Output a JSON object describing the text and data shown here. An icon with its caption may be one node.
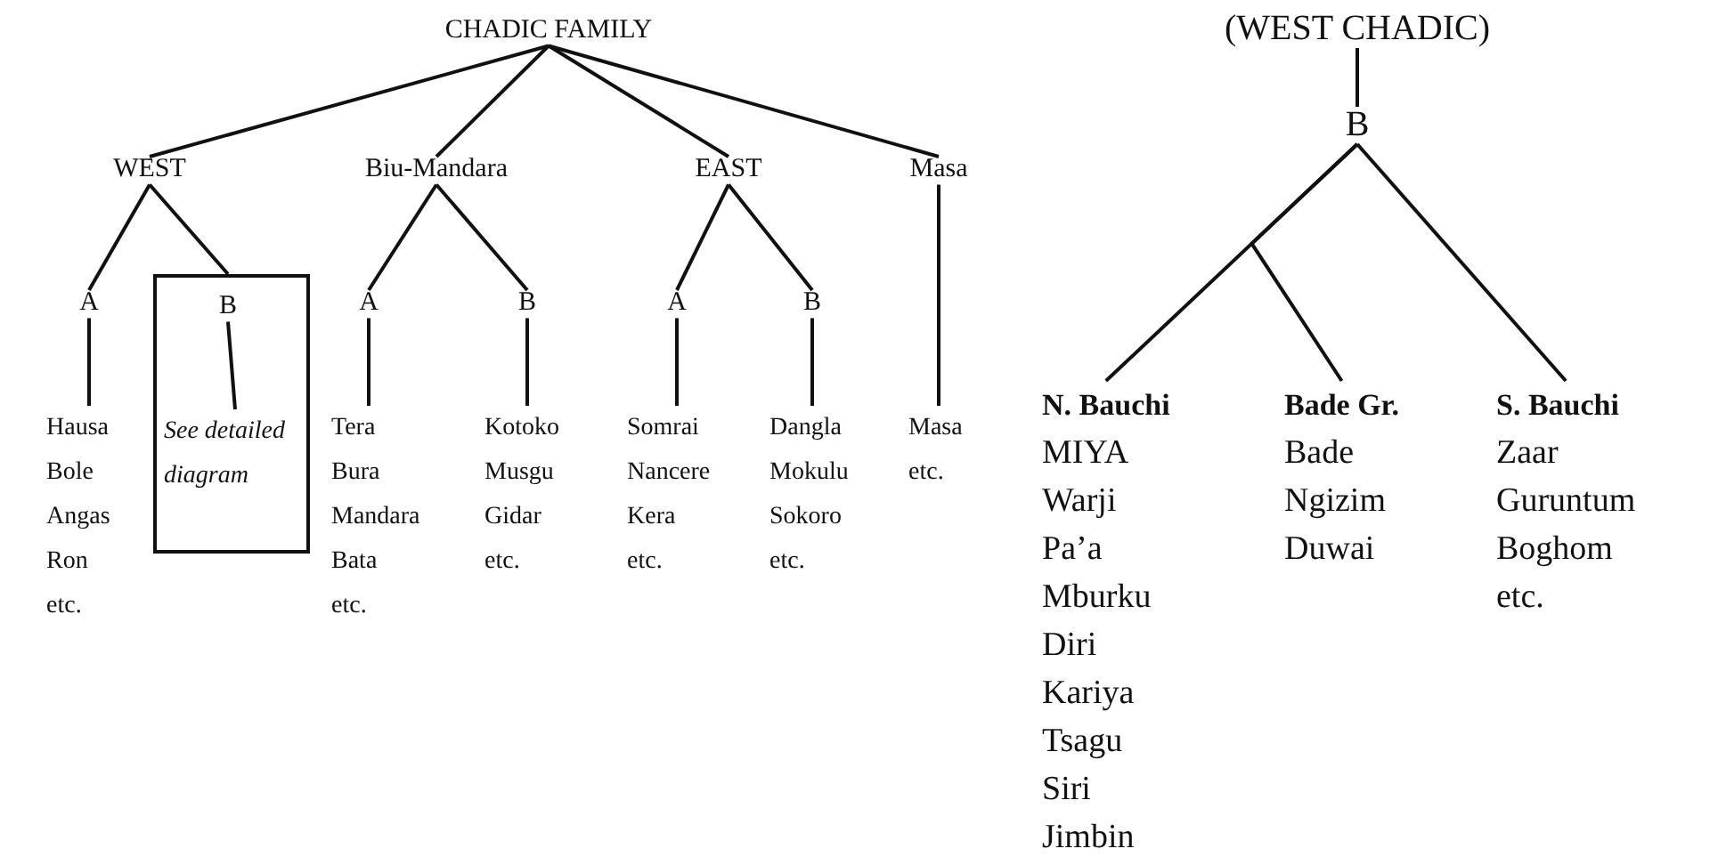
{
  "diagram": {
    "nodes": [
      {
        "text": [
          "CHADIC FAMILY"
        ]
      },
      {
        "text": [
          "WEST"
        ]
      },
      {
        "text": [
          "Biu-Mandara"
        ]
      },
      {
        "text": [
          "EAST"
        ]
      },
      {
        "text": [
          "Masa"
        ]
      },
      {
        "text": [
          "A"
        ]
      },
      {
        "text": [],
        "shape": "box"
      },
      {
        "text": [
          "B"
        ],
        "in": 6
      },
      {
        "text": [
          "See detailed diagram"
        ],
        "in": 6
      },
      {
        "text": [
          "A"
        ]
      },
      {
        "text": [
          "B"
        ]
      },
      {
        "text": [
          "A"
        ]
      },
      {
        "text": [
          "B"
        ]
      },
      {
        "text": [
          "Hausa",
          "Bole",
          "Angas",
          "Ron",
          "etc."
        ]
      },
      {
        "text": [
          "Tera",
          "Bura",
          "Mandara",
          "Bata",
          "etc."
        ]
      },
      {
        "text": [
          "Kotoko",
          "Musgu",
          "Gidar",
          "etc."
        ]
      },
      {
        "text": [
          "Somrai",
          "Nancere",
          "Kera",
          "etc."
        ]
      },
      {
        "text": [
          "Dangla",
          "Mokulu",
          "Sokoro",
          "etc."
        ]
      },
      {
        "text": [
          "Masa",
          "etc."
        ]
      },
      {
        "text": [
          "(WEST CHADIC)"
        ]
      },
      {
        "text": [
          "B"
        ]
      },
      {
        "text": [
          "N. Bauchi",
          "MIYA",
          "Warji",
          "Pa’a",
          "Mburku",
          "Diri",
          "Kariya",
          "Tsagu",
          "Siri",
          "Jimbin"
        ]
      },
      {
        "text": [
          "Bade Gr.",
          "Bade",
          "Ngizim",
          "Duwai"
        ]
      },
      {
        "text": [
          "S. Bauchi",
          "Zaar",
          "Guruntum",
          "Boghom",
          "etc."
        ]
      }
    ],
    "edges": [
      {
        "from": 0,
        "to": 1,
        "arrow": "none"
      },
      {
        "from": 0,
        "to": 2,
        "arrow": "none"
      },
      {
        "from": 0,
        "to": 3,
        "arrow": "none"
      },
      {
        "from": 0,
        "to": 4,
        "arrow": "none"
      },
      {
        "from": 1,
        "to": 5,
        "arrow": "none"
      },
      {
        "from": 1,
        "to": 7,
        "arrow": "none"
      },
      {
        "from": 2,
        "to": 9,
        "arrow": "none"
      },
      {
        "from": 2,
        "to": 10,
        "arrow": "none"
      },
      {
        "from": 3,
        "to": 11,
        "arrow": "none"
      },
      {
        "from": 3,
        "to": 12,
        "arrow": "none"
      },
      {
        "from": 4,
        "to": 18,
        "arrow": "none"
      },
      {
        "from": 5,
        "to": 13,
        "arrow": "none"
      },
      {
        "from": 7,
        "to": 8,
        "arrow": "none"
      },
      {
        "from": 9,
        "to": 14,
        "arrow": "none"
      },
      {
        "from": 10,
        "to": 15,
        "arrow": "none"
      },
      {
        "from": 11,
        "to": 16,
        "arrow": "none"
      },
      {
        "from": 12,
        "to": 17,
        "arrow": "none"
      },
      {
        "from": 19,
        "to": 20,
        "arrow": "none"
      },
      {
        "from": 20,
        "to": 21,
        "arrow": "none"
      },
      {
        "from": 20,
        "to": 22,
        "arrow": "none"
      },
      {
        "from": 20,
        "to": 23,
        "arrow": "none"
      }
    ]
  }
}
